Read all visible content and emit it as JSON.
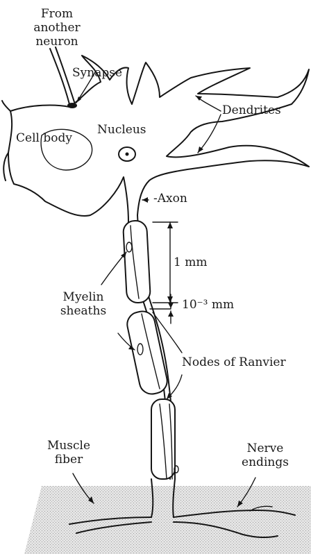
{
  "labels": {
    "from_another_neuron": [
      "From",
      "another",
      "neuron"
    ],
    "synapse": "Synapse",
    "dendrites": "Dendrites",
    "cell_body": "Cell body",
    "nucleus": "Nucleus",
    "axon": "-Axon",
    "one_mm": "1 mm",
    "ten_minus_three_mm": "10⁻³ mm",
    "myelin_sheaths": [
      "Myelin",
      "sheaths"
    ],
    "nodes_of_ranvier": "Nodes of Ranvier",
    "muscle_fiber": [
      "Muscle",
      "fiber"
    ],
    "nerve_endings": [
      "Nerve",
      "endings"
    ]
  },
  "colors": {
    "ink": "#151515",
    "muscle_fill": "#d8d8d8"
  }
}
